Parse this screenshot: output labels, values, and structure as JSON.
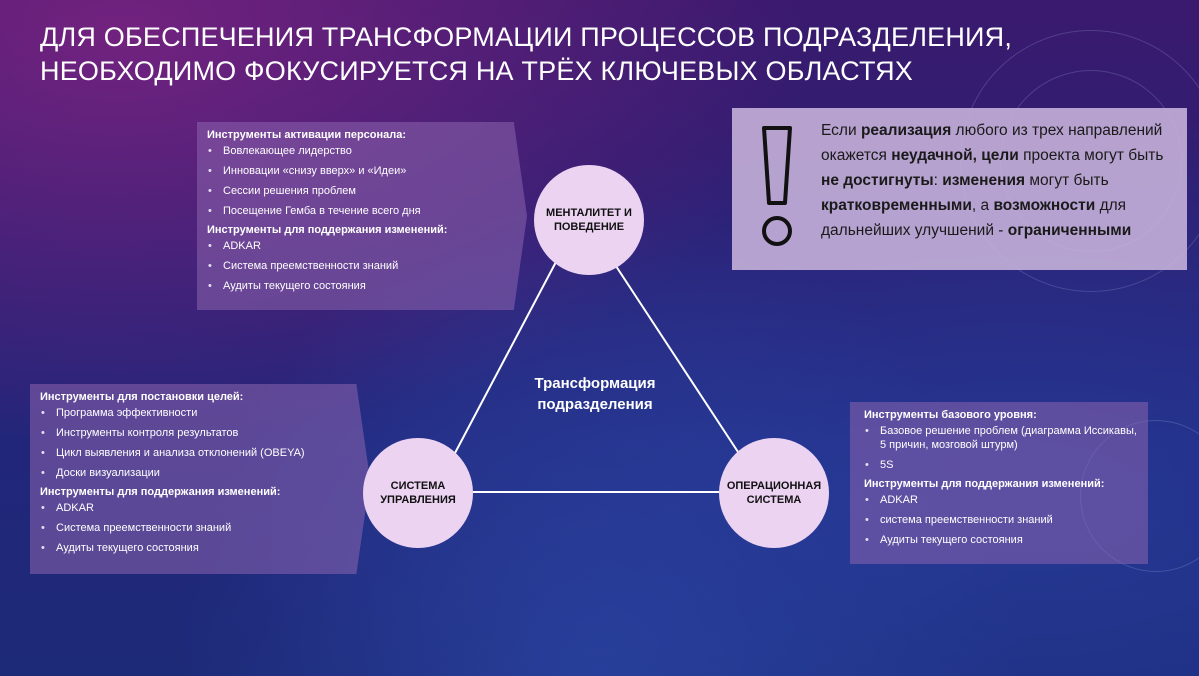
{
  "title": "ДЛЯ ОБЕСПЕЧЕНИЯ ТРАНСФОРМАЦИИ ПРОЦЕССОВ ПОДРАЗДЕЛЕНИЯ, НЕОБХОДИМО ФОКУСИРУЕТСЯ НА ТРЁХ КЛЮЧЕВЫХ ОБЛАСТЯХ",
  "center_label": "Трансформация подразделения",
  "circles": {
    "top": "МЕНТАЛИТЕТ И ПОВЕДЕНИЕ",
    "left": "СИСТЕМА УПРАВЛЕНИЯ",
    "right": "ОПЕРАЦИОННАЯ СИСТЕМА"
  },
  "panels": {
    "top_left": {
      "sections": [
        {
          "heading": "Инструменты активации персонала:",
          "items": [
            "Вовлекающее лидерство",
            "Инновации «снизу вверх» и «Идеи»",
            "Сессии решения проблем",
            "Посещение Гемба в течение всего дня"
          ]
        },
        {
          "heading": "Инструменты для поддержания изменений:",
          "items": [
            "ADKAR",
            "Система преемственности знаний",
            "Аудиты текущего состояния"
          ]
        }
      ]
    },
    "bottom_left": {
      "sections": [
        {
          "heading": "Инструменты для постановки целей:",
          "items": [
            "Программа эффективности",
            "Инструменты контроля результатов",
            "Цикл выявления и анализа отклонений (OBEYA)",
            "Доски визуализации"
          ]
        },
        {
          "heading": "Инструменты для поддержания изменений:",
          "items": [
            "ADKAR",
            "Система преемственности знаний",
            "Аудиты текущего состояния"
          ]
        }
      ]
    },
    "bottom_right": {
      "sections": [
        {
          "heading": "Инструменты базового уровня:",
          "items": [
            "Базовое решение проблем (диаграмма Иссикавы, 5 причин, мозговой штурм)",
            "5S"
          ]
        },
        {
          "heading": "Инструменты для поддержания изменений:",
          "items": [
            "ADKAR",
            "система преемственности знаний",
            "Аудиты текущего состояния"
          ]
        }
      ]
    }
  },
  "warning": {
    "icon": "exclamation-icon",
    "parts": [
      {
        "t": "Если ",
        "b": false
      },
      {
        "t": "реализация",
        "b": true
      },
      {
        "t": " любого из трех направлений окажется ",
        "b": false
      },
      {
        "t": "неудачной, цели",
        "b": true
      },
      {
        "t": " проекта могут быть ",
        "b": false
      },
      {
        "t": "не достигнуты",
        "b": true
      },
      {
        "t": ": ",
        "b": false
      },
      {
        "t": "изменения",
        "b": true
      },
      {
        "t": " могут быть ",
        "b": false
      },
      {
        "t": "кратковременными",
        "b": true
      },
      {
        "t": ", а ",
        "b": false
      },
      {
        "t": "возможности",
        "b": true
      },
      {
        "t": " для дальнейших улучшений - ",
        "b": false
      },
      {
        "t": "ограниченными",
        "b": true
      }
    ]
  },
  "colors": {
    "circle_fill": "#ecd3f2",
    "panel_fill": "#8c64af",
    "warning_fill": "#c8b4dc",
    "lines": "#ffffff"
  }
}
